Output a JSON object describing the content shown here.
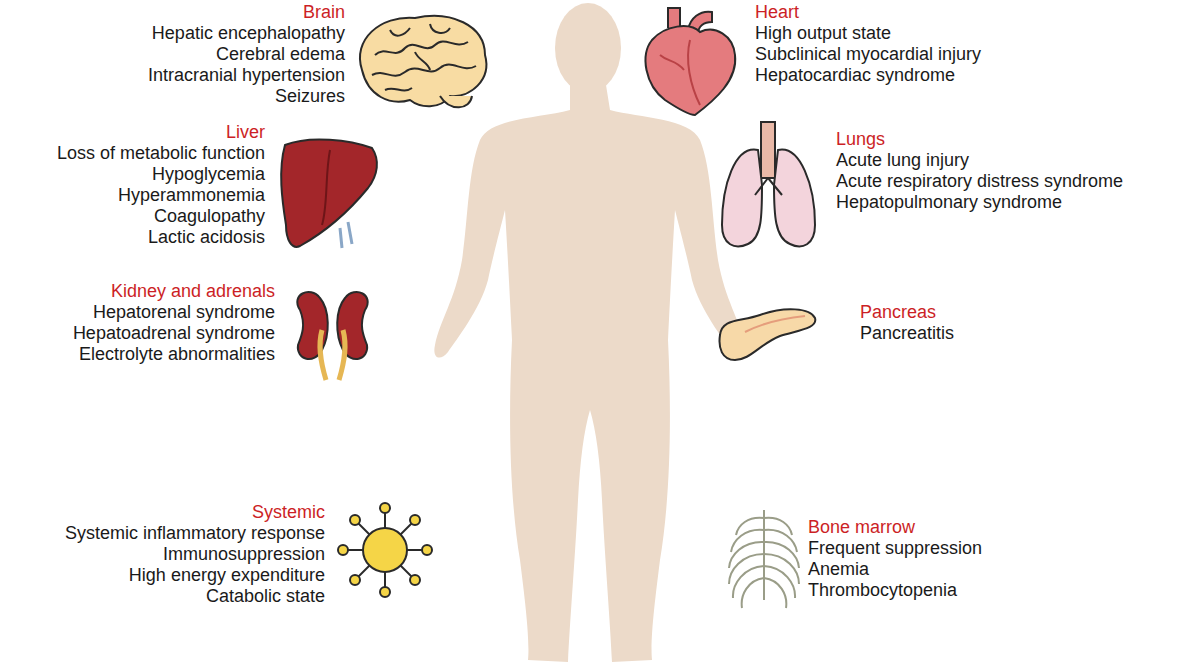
{
  "diagram": {
    "labels": [
      "Brain",
      "Hepatic encephalopathy",
      "Cerebral edema",
      "Intracranial hypertension",
      "Seizures",
      "Heart",
      "High output state",
      "Subclinical myocardial injury",
      "Hepatocardiac syndrome",
      "Liver",
      "Loss of metabolic function",
      "Hypoglycemia",
      "Hyperammonemia",
      "Coagulopathy",
      "Lactic acidosis",
      "Lungs",
      "Acute lung injury",
      "Acute respiratory distress syndrome",
      "Hepatopulmonary syndrome",
      "Kidney and adrenals",
      "Hepatorenal syndrome",
      "Hepatoadrenal syndrome",
      "Electrolyte abnormalities",
      "Pancreas",
      "Pancreatitis",
      "Systemic",
      "Systemic inflammatory response",
      "Immunosuppression",
      "High energy expenditure",
      "Catabolic state",
      "Bone marrow",
      "Frequent suppression",
      "Anemia",
      "Thrombocytopenia"
    ]
  }
}
